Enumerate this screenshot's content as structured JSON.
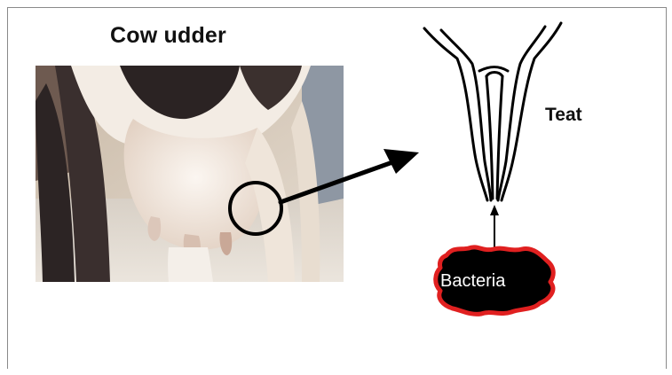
{
  "diagram": {
    "title": "Cow udder",
    "teat_label": "Teat",
    "bacteria_label": "Bacteria"
  },
  "colors": {
    "bacteria_fill": "#000000",
    "bacteria_outline": "#e02020",
    "skin": "#f1e6dc",
    "hide_dark": "#2a2222"
  }
}
